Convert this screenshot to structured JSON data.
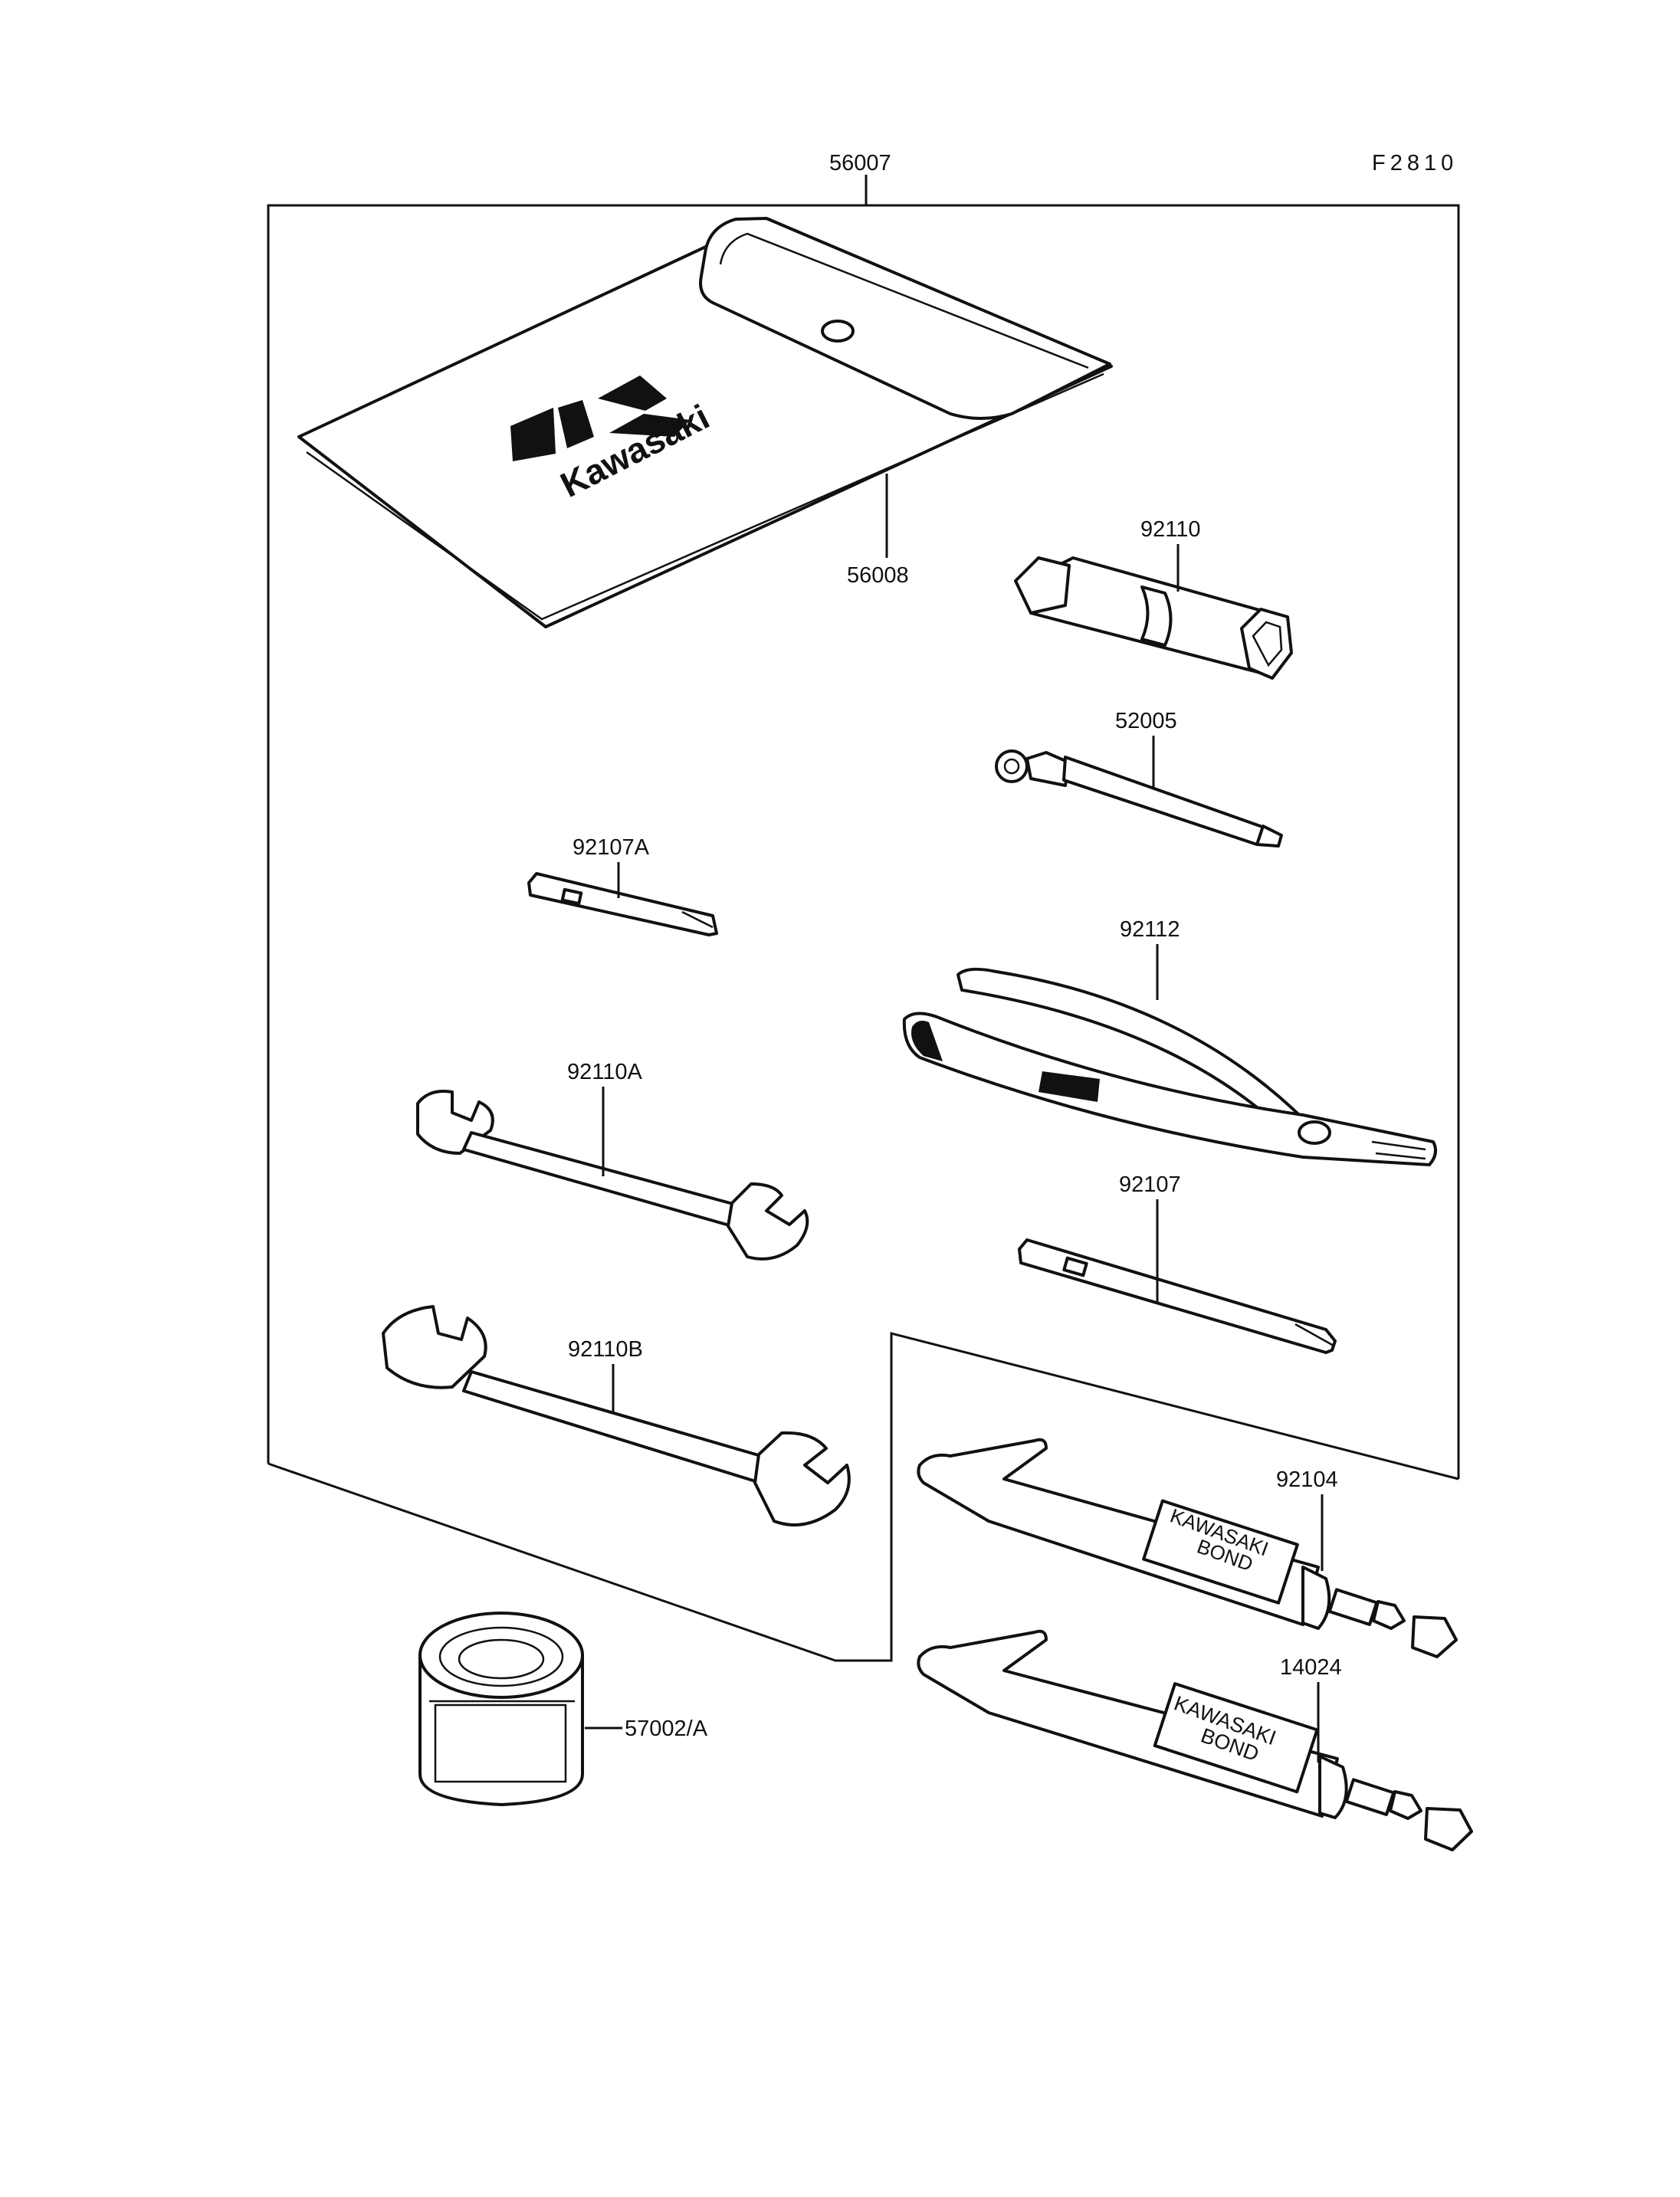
{
  "figure_code": "F2810",
  "logo_text": "Kawasaki",
  "tube_text": [
    "KAWASAKI",
    "BOND"
  ],
  "callouts": {
    "kit": "56007",
    "pouch": "56008",
    "plug_wrench": "92110",
    "screwdriver_grip": "52005",
    "screwdriver_bit_a": "92107A",
    "pliers": "92112",
    "wrench_a": "92110A",
    "screwdriver_bit": "92107",
    "wrench_b": "92110B",
    "bond_1": "92104",
    "bond_2": "14024",
    "grease_can": "57002/A"
  }
}
